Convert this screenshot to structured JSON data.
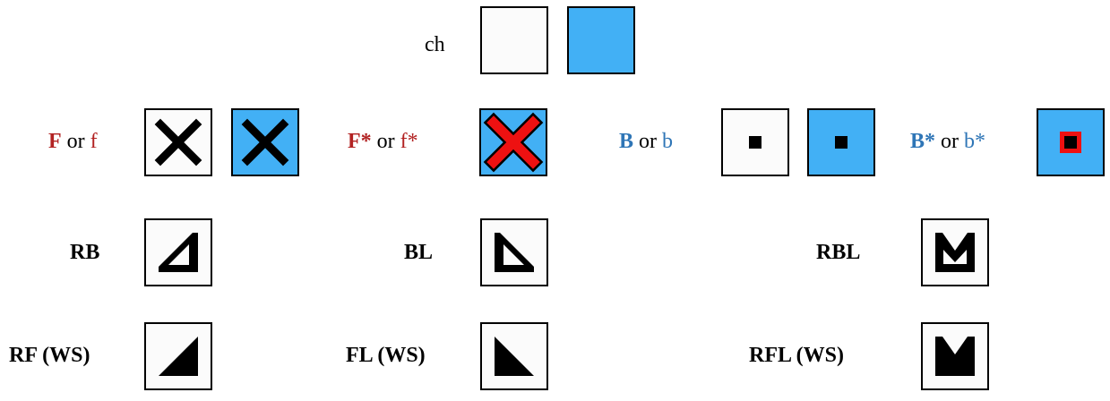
{
  "legend": {
    "ch": {
      "label": "ch"
    },
    "f": {
      "main": "F",
      "or": "or",
      "alt": "f"
    },
    "f_star": {
      "main": "F*",
      "or": "or",
      "alt": "f*"
    },
    "b": {
      "main": "B",
      "or": "or",
      "alt": "b"
    },
    "b_star": {
      "main": "B*",
      "or": "or",
      "alt": "b*"
    },
    "rb": {
      "label": "RB"
    },
    "bl": {
      "label": "BL"
    },
    "rbl": {
      "label": "RBL"
    },
    "rf_ws": {
      "label": "RF (WS)"
    },
    "fl_ws": {
      "label": "FL (WS)"
    },
    "rfl_ws": {
      "label": "RFL (WS)"
    }
  },
  "colors": {
    "tile_white": "#fbfbfb",
    "tile_blue": "#42b0f5",
    "label_red": "#b22222",
    "label_blue": "#2e75b6",
    "cross_red": "#ee1111",
    "black": "#000000"
  }
}
